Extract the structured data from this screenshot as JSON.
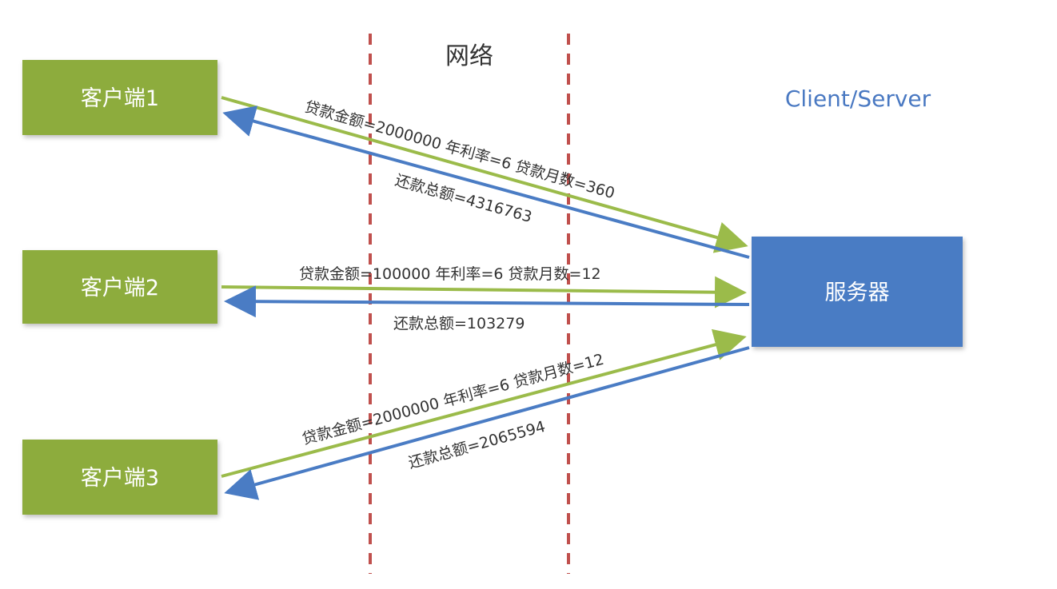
{
  "diagram": {
    "network_label": "网络",
    "title": "Client/Server",
    "server": {
      "label": "服务器"
    },
    "clients": [
      {
        "label": "客户端1"
      },
      {
        "label": "客户端2"
      },
      {
        "label": "客户端3"
      }
    ],
    "requests": [
      {
        "text": "贷款金额=2000000 年利率=6 贷款月数=360"
      },
      {
        "text": "贷款金额=100000 年利率=6 贷款月数=12"
      },
      {
        "text": "贷款金额=2000000 年利率=6 贷款月数=12"
      }
    ],
    "responses": [
      {
        "text": "还款总额=4316763"
      },
      {
        "text": "还款总额=103279"
      },
      {
        "text": "还款总额=2065594"
      }
    ],
    "colors": {
      "client_box": "#8dac3c",
      "server_box": "#4a7cc4",
      "request_arrow": "#9bbb4a",
      "response_arrow": "#4a7cc4",
      "divider": "#c0504d",
      "title": "#4a79c2"
    }
  }
}
